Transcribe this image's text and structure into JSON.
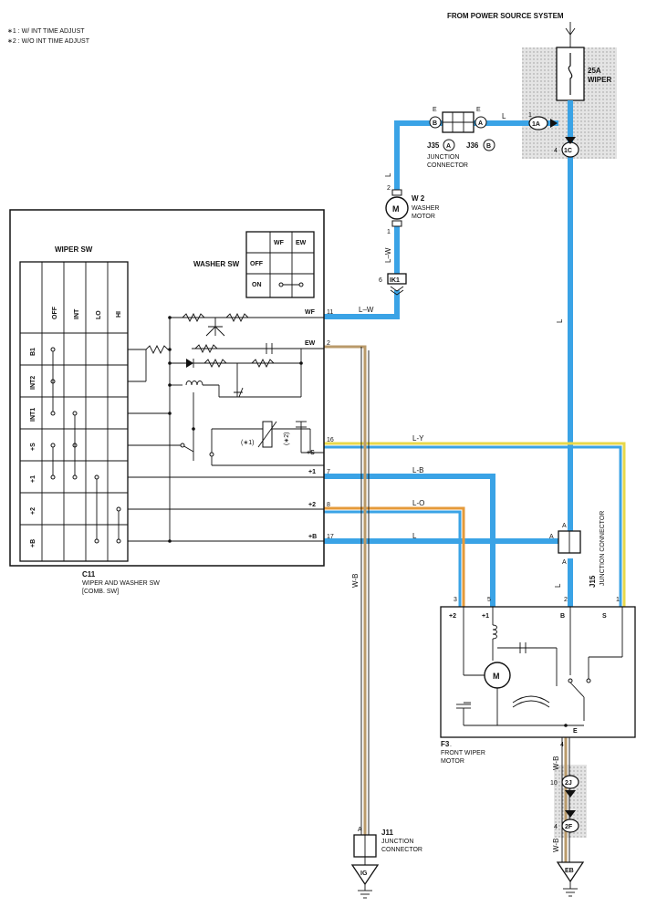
{
  "notes": [
    "∗1 : W/ INT TIME ADJUST",
    "∗2 : W/O INT TIME ADJUST"
  ],
  "power": {
    "title": "FROM POWER SOURCE SYSTEM",
    "fuse_amp": "25A",
    "fuse_name": "WIPER"
  },
  "connectors": {
    "c1A": "1A",
    "c1C": "1C",
    "c1C_pin": "4",
    "c1A_pin": "1",
    "ik1": "IK1",
    "ik1_pin": "6",
    "c2J": "2J",
    "c2J_pin": "10",
    "c2F": "2F",
    "c2F_pin": "4",
    "j35_label": "J35",
    "j35_a": "A",
    "j36_label": "J36",
    "j36_b": "B",
    "junction_connector": "JUNCTION CONNECTOR",
    "j35_e_left": "E",
    "j35_e_right": "E",
    "j35_b": "B",
    "j35_a2": "A"
  },
  "washer_motor": {
    "id": "W 2",
    "name": "WASHER MOTOR",
    "pin_top": "2",
    "pin_bottom": "1",
    "symbol": "M"
  },
  "wire_colors": {
    "l": "L",
    "lw": "L–W",
    "ly": "L-Y",
    "lb": "L-B",
    "lo": "L-O",
    "wb": "W-B"
  },
  "washer_sw": {
    "title": "WASHER SW",
    "cols": [
      "WF",
      "EW"
    ],
    "rows": [
      "OFF",
      "ON"
    ]
  },
  "wiper_sw": {
    "title": "WIPER SW",
    "cols": [
      "OFF",
      "INT",
      "LO",
      "HI"
    ],
    "rows": [
      "B1",
      "INT2",
      "INT1",
      "+S",
      "+1",
      "+2",
      "+B"
    ]
  },
  "switch_terminals": [
    {
      "label": "WF",
      "pin": "11"
    },
    {
      "label": "EW",
      "pin": "2"
    },
    {
      "label": "+S",
      "pin": "16"
    },
    {
      "label": "+1",
      "pin": "7"
    },
    {
      "label": "+2",
      "pin": "8"
    },
    {
      "label": "+B",
      "pin": "17"
    }
  ],
  "c11": {
    "id": "C11",
    "name": "WIPER AND WASHER SW",
    "sub": "[COMB. SW]"
  },
  "markers": {
    "m1": "(∗1)",
    "m2": "(∗2)"
  },
  "j15": {
    "id": "J15",
    "name": "JUNCTION CONNECTOR",
    "pin_a_left": "A",
    "pin_a_top": "A",
    "pin_a_bot": "A"
  },
  "front_motor": {
    "id": "F3",
    "name": "FRONT WIPER MOTOR",
    "pins": [
      {
        "n": "3",
        "t": "+2"
      },
      {
        "n": "5",
        "t": "+1"
      },
      {
        "n": "2",
        "t": "B"
      },
      {
        "n": "1",
        "t": "S"
      }
    ],
    "symbol": "M",
    "ground_term": "E",
    "ground_pin": "4"
  },
  "j11": {
    "id": "J11",
    "name": "JUNCTION CONNECTOR",
    "pin": "A"
  },
  "grounds": {
    "ig": "IG",
    "eb": "EB"
  }
}
